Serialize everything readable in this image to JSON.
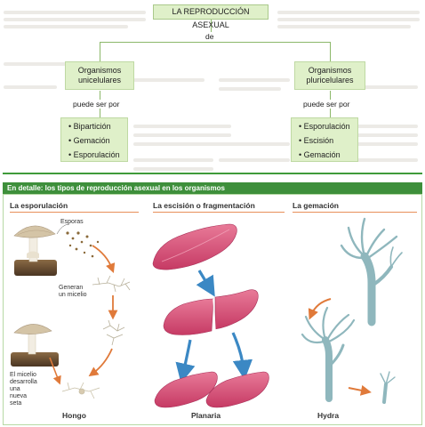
{
  "concept_map": {
    "title": "LA REPRODUCCIÓN ASEXUAL",
    "connector": "de",
    "left_box": {
      "line1": "Organismos",
      "line2": "unicelulares"
    },
    "right_box": {
      "line1": "Organismos",
      "line2": "pluricelulares"
    },
    "left_connector": "puede ser por",
    "right_connector": "puede ser por",
    "left_items": [
      "Bipartición",
      "Gemación",
      "Esporulación"
    ],
    "right_items": [
      "Esporulación",
      "Escisión",
      "Gemación"
    ]
  },
  "detail": {
    "header": "En detalle: los tipos de reproducción asexual en los organismos",
    "spore": {
      "title": "La esporulación",
      "label_spores": "Esporas",
      "label_mycelium": {
        "line1": "Generan",
        "line2": "un micelio"
      },
      "label_new": {
        "line1": "El micelio",
        "line2": "desarrolla",
        "line3": "una",
        "line4": "nueva",
        "line5": "seta"
      },
      "caption": "Hongo"
    },
    "fission": {
      "title": "La escisión o fragmentación",
      "caption": "Planaria"
    },
    "budding": {
      "title": "La gemación",
      "caption": "Hydra"
    }
  },
  "colors": {
    "box_fill": "#dff0c9",
    "band_green": "#3e8f3b",
    "planaria_pink": "#d9527a",
    "hydra_blue": "#a9cdd3",
    "arrow_orange": "#e07a3a",
    "arrow_blue": "#3b88c4"
  }
}
